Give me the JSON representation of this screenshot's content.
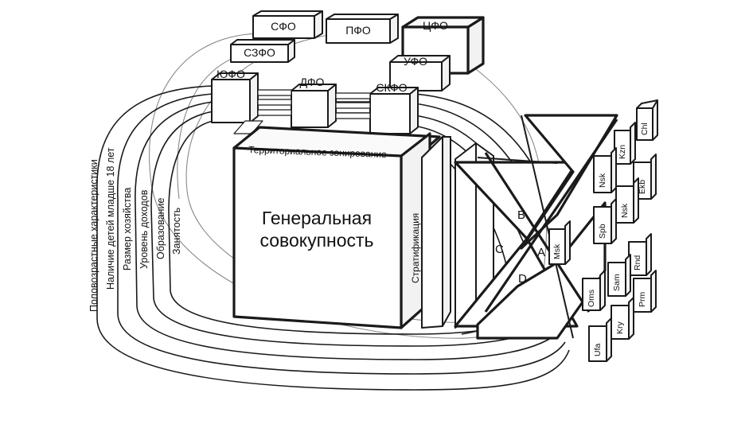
{
  "districts": {
    "sfo": "СФО",
    "pfo": "ПФО",
    "cfo": "ЦФО",
    "szfo": "СЗФО",
    "ufo": "УФО",
    "yufo": "ЮФО",
    "dfo": "ДФО",
    "skfo": "СКФО"
  },
  "cube": {
    "title_line1": "Генеральная",
    "title_line2": "совокупность",
    "top_label": "Территориальное зонирование",
    "side_label": "Стратификация"
  },
  "variables": [
    "Половозрастные характеристики",
    "Наличие детей младше 18 лет",
    "Размер хозяйства",
    "Уровень доходов",
    "Образование",
    "Занятость"
  ],
  "zones": {
    "a": "A",
    "b": "B",
    "c": "C",
    "d": "D"
  },
  "cities": {
    "chl": "Chl",
    "kzn": "Kzn",
    "nsk_top": "Nsk",
    "ekb": "Ekb",
    "nsk": "Nsk",
    "spb": "Spb",
    "msk": "Msk",
    "rnd": "Rnd",
    "sam": "Sam",
    "oms": "Oms",
    "prm": "Prm",
    "kry": "Kry",
    "ufa": "Ufa"
  }
}
